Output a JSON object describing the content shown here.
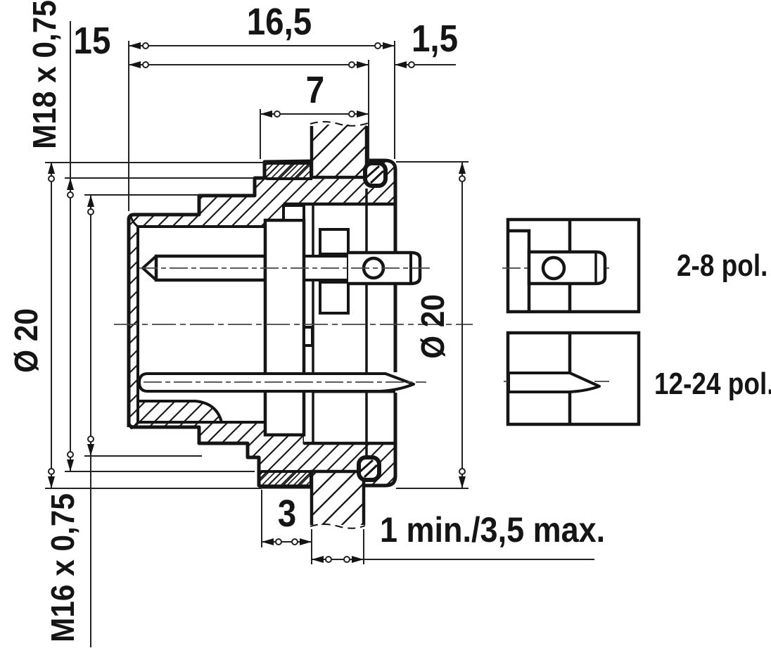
{
  "drawing": {
    "title_hint": "panel mount circular connector - section view",
    "dimensions": {
      "total_length": "16,5",
      "front_length": "15",
      "flange_thickness": "1,5",
      "thread_length": "7",
      "thread_top_left": "M18 x 0,75",
      "diameter_left": "Ø 20",
      "diameter_right": "Ø 20",
      "thread_bottom_left": "M16 x 0,75",
      "rear_clearance": "3",
      "panel_thickness": "1 min./3,5 max."
    },
    "variants": [
      {
        "label": "2-8 pol."
      },
      {
        "label": "12-24 pol."
      }
    ],
    "colors": {
      "line": "#151515",
      "background": "#ffffff"
    }
  }
}
